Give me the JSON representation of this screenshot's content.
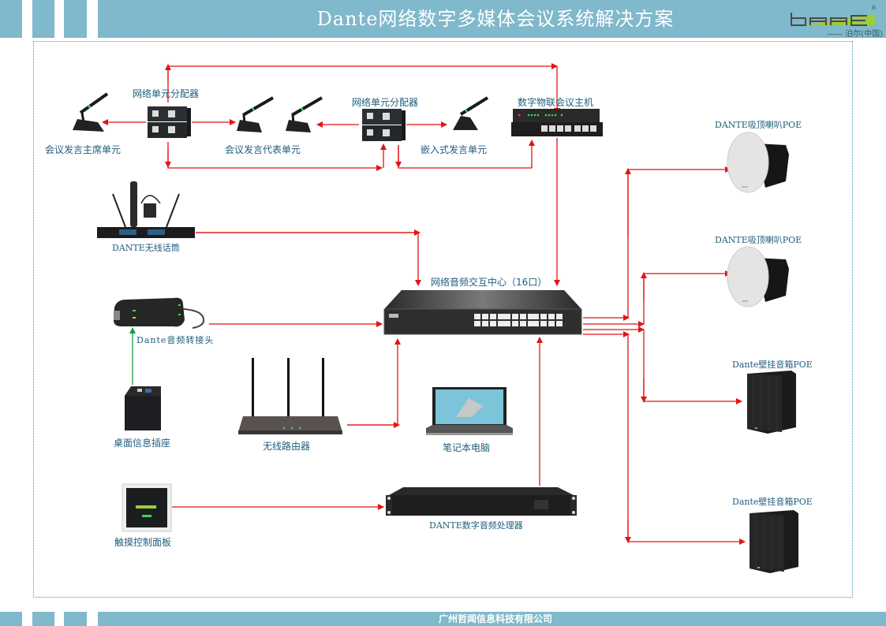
{
  "header": {
    "title": "Dante网络数字多媒体会议系统解决方案",
    "logo_text": "bAAE",
    "logo_sub": "—— 泊尔(中国)",
    "color": "#80b8cc"
  },
  "footer": {
    "company": "广州哲闻信息科技有限公司"
  },
  "devices": {
    "splitter_1": "网络单元分配器",
    "splitter_2": "网络单元分配器",
    "chair_unit": "会议发言主席单元",
    "delegate_unit": "会议发言代表单元",
    "embedded_unit": "嵌入式发言单元",
    "conference_host": "数字物联会议主机",
    "wireless_mic": "DANTE无线话筒",
    "audio_adapter": "Dante音频转接头",
    "desk_socket": "桌面信息插座",
    "router": "无线路由器",
    "laptop": "笔记本电脑",
    "switch": "网络音频交互中心（16口）",
    "touch_panel": "触摸控制面板",
    "processor": "DANTE数字音频处理器",
    "ceiling_speaker_1": "DANTE吸顶喇叭POE",
    "ceiling_speaker_2": "DANTE吸顶喇叭POE",
    "wall_speaker_1": "Dante壁挂音箱POE",
    "wall_speaker_2": "Dante壁挂音箱POE"
  },
  "colors": {
    "wire": "#e31414",
    "wire_green": "#1a9a4a",
    "label": "#1f5d7c",
    "frame": "#3d93b5"
  }
}
